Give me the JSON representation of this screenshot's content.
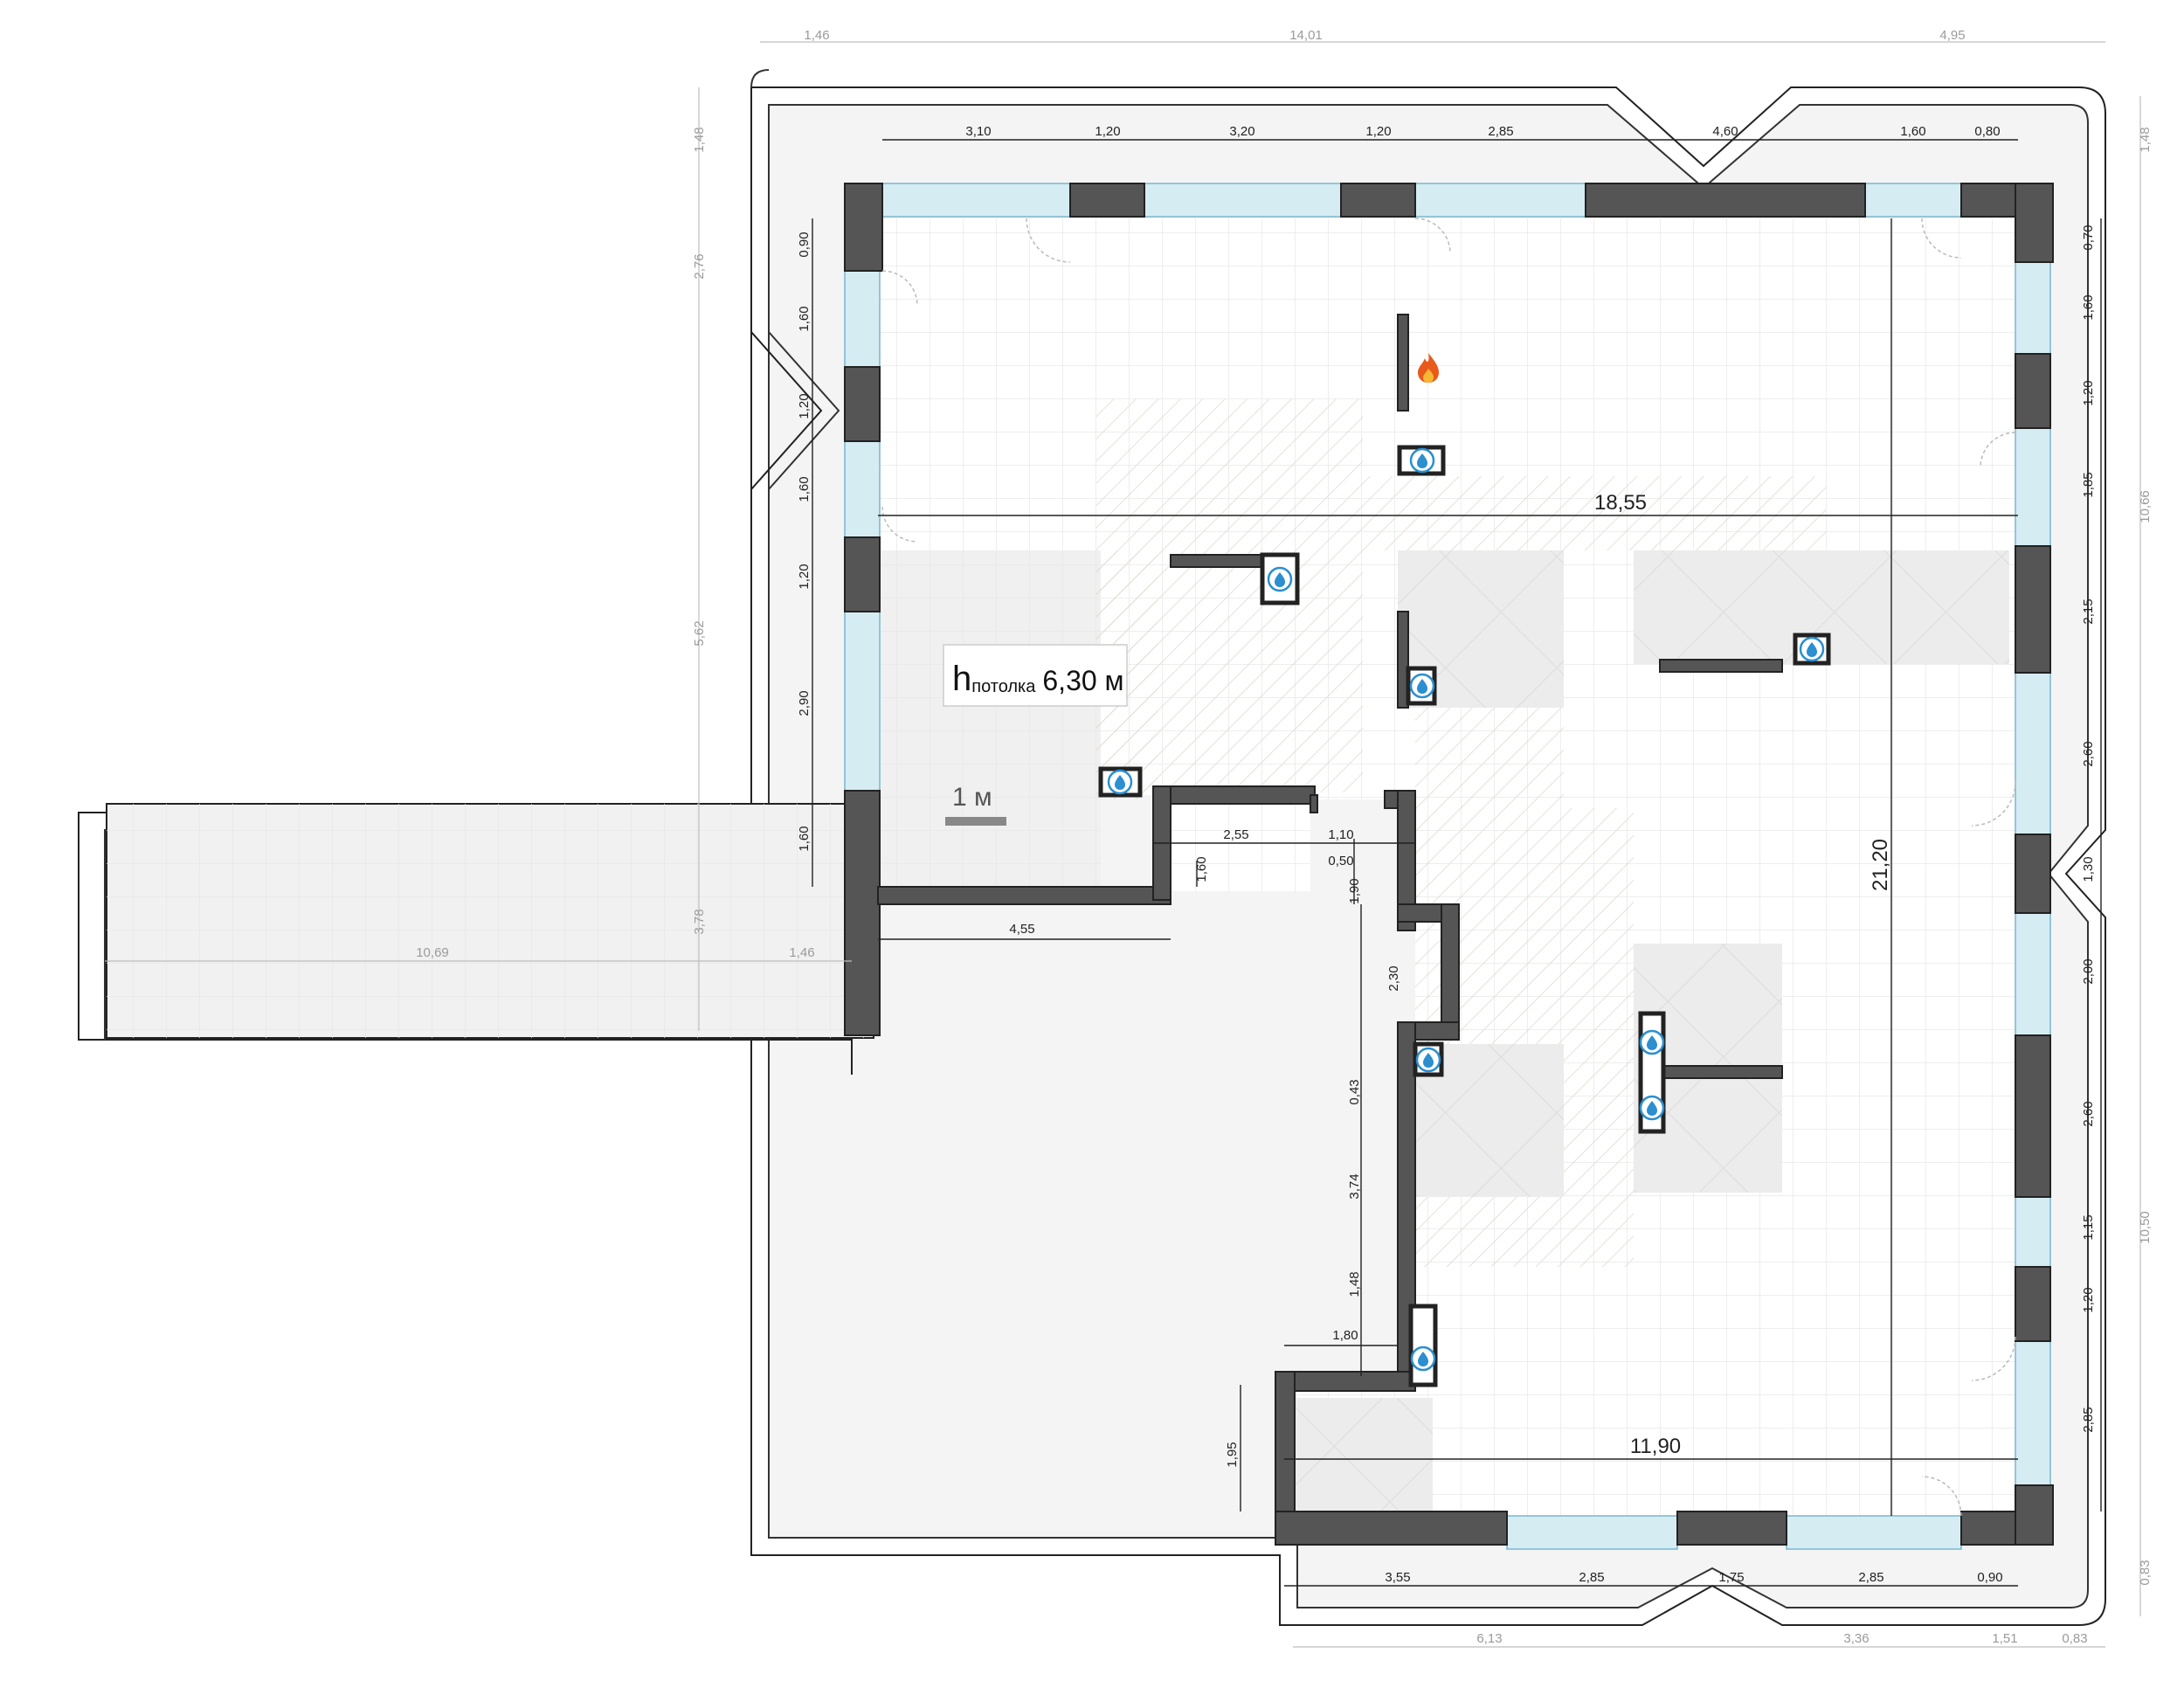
{
  "ceiling": {
    "h": "h",
    "sub": "потолка",
    "value": "6,30 м"
  },
  "scale": {
    "label": "1 м"
  },
  "dims": {
    "top_outer": [
      "1,46",
      "14,01",
      "4,95"
    ],
    "top_inner": [
      "3,10",
      "1,20",
      "3,20",
      "1,20",
      "2,85",
      "4,60",
      "1,60",
      "0,80"
    ],
    "left_inner": [
      "0,90",
      "1,60",
      "1,20",
      "1,60",
      "1,20",
      "2,90",
      "1,60"
    ],
    "left_outer": [
      "1,48",
      "2,76",
      "5,62",
      "3,78"
    ],
    "right_inner": [
      "0,70",
      "1,60",
      "1,20",
      "1,85",
      "2,15",
      "2,60",
      "1,30",
      "2,00",
      "2,60",
      "1,15",
      "1,20",
      "2,85"
    ],
    "right_outer": [
      "1,48",
      "10,66",
      "10,50",
      "0,83"
    ],
    "bottom_inner": [
      "3,55",
      "2,85",
      "1,75",
      "2,85",
      "0,90"
    ],
    "bottom_outer": [
      "6,13",
      "3,36",
      "1,51",
      "0,83"
    ],
    "terrace": [
      "10,69",
      "1,46"
    ],
    "width_total": "18,55",
    "height_total": "21,20",
    "lower_width": "11,90",
    "inner_4_55": "4,55",
    "inner_2_55": "2,55",
    "inner_1_60": "1,60",
    "inner_1_10": "1,10",
    "inner_0_50": "0,50",
    "inner_1_90": "1,90",
    "inner_2_30": "2,30",
    "inner_0_43": "0,43",
    "inner_3_74": "3,74",
    "inner_1_48": "1,48",
    "inner_1_80": "1,80",
    "inner_1_95": "1,95"
  },
  "icons": {
    "fire": "fire-icon",
    "water": "water-drop-icon"
  },
  "colors": {
    "wall": "#555555",
    "window": "#d6ecf3",
    "floor": "#f2f2f2",
    "grid": "#e6e6e6",
    "fire": "#e8591a",
    "water": "#2b8fd0"
  }
}
